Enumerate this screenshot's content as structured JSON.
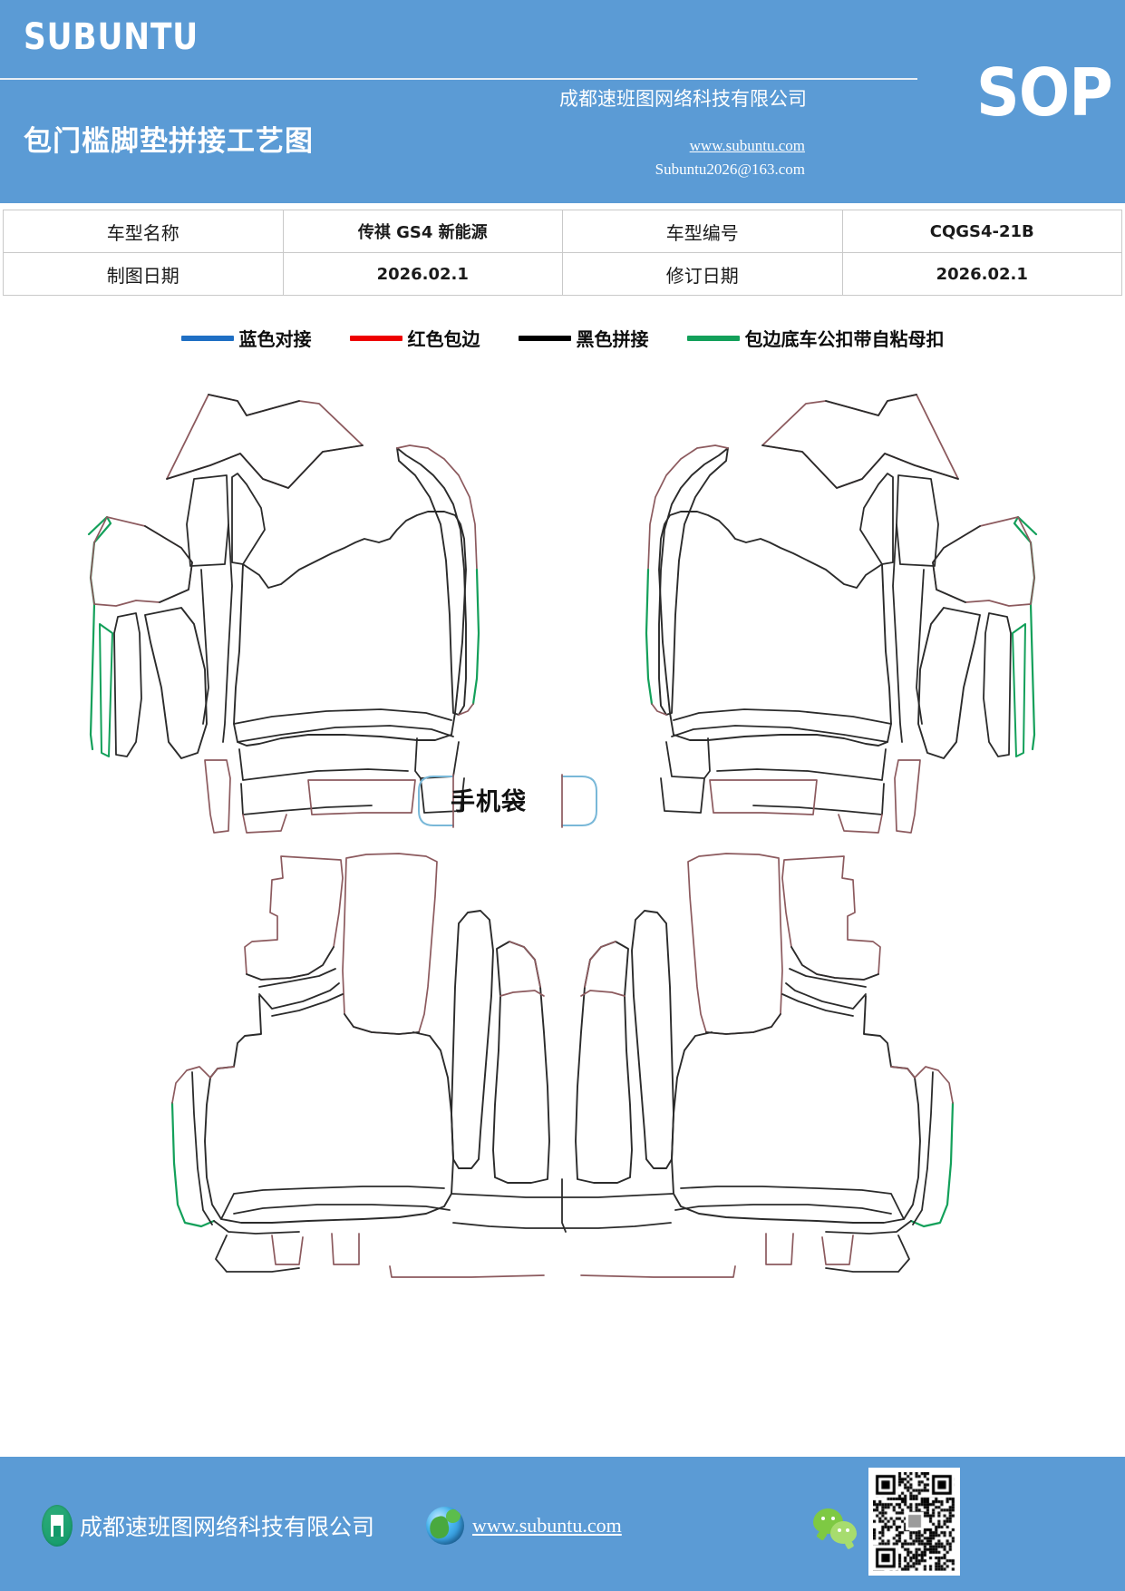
{
  "header": {
    "logo": "SUBUNTU",
    "doc_title": "包门槛脚垫拼接工艺图",
    "badge": "SOP",
    "company": "成都速班图网络科技有限公司",
    "url": "www.subuntu.com",
    "email": "Subuntu2026@163.com",
    "bg_color": "#5b9bd5"
  },
  "info_table": {
    "rows": [
      {
        "label1": "车型名称",
        "value1": "传祺 GS4 新能源",
        "label2": "车型编号",
        "value2": "CQGS4-21B"
      },
      {
        "label1": "制图日期",
        "value1": "2026.02.1",
        "label2": "修订日期",
        "value2": "2026.02.1"
      }
    ]
  },
  "legend": {
    "items": [
      {
        "label": "蓝色对接",
        "color": "#1f6fc4"
      },
      {
        "label": "红色包边",
        "color": "#ee0000"
      },
      {
        "label": "黑色拼接",
        "color": "#000000"
      },
      {
        "label": "包边底车公扣带自粘母扣",
        "color": "#13a05a"
      }
    ]
  },
  "drawing": {
    "phone_pocket_label": "手机袋",
    "line_colors": {
      "stitch_black": "#2b2b2b",
      "binding_red": "#8c5a5e",
      "velcro_green": "#13a05a",
      "butt_blue": "#79b8d8"
    }
  },
  "footer": {
    "company": "成都速班图网络科技有限公司",
    "url": "www.subuntu.com",
    "bg_color": "#5b9bd5"
  }
}
